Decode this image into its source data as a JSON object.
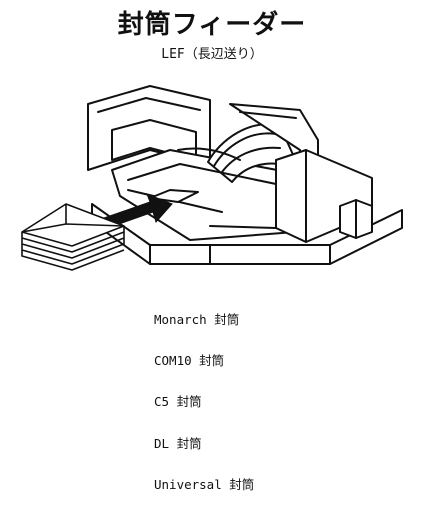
{
  "title": "封筒フィーダー",
  "subtitle": "LEF（長辺送り）",
  "envelope_types": [
    "Monarch 封筒",
    "COM10 封筒",
    "C5 封筒",
    "DL 封筒",
    "Universal 封筒"
  ],
  "colors": {
    "line": "#111111",
    "background": "#ffffff"
  }
}
